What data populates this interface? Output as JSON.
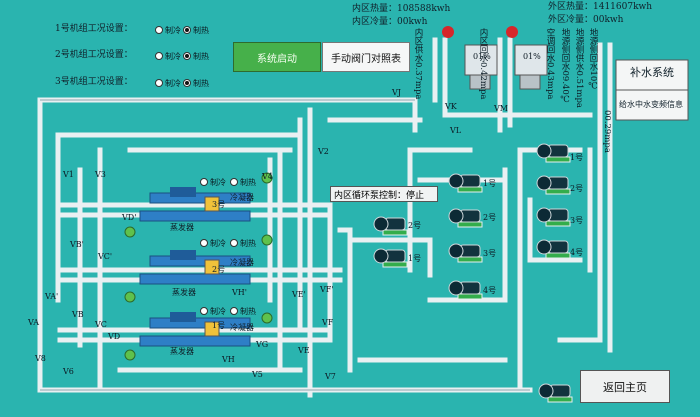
{
  "unit_settings": [
    {
      "label": "3号机组工况设置：",
      "opt_cool": "制冷",
      "opt_heat": "制热",
      "selected": "heat"
    },
    {
      "label": "2号机组工况设置：",
      "opt_cool": "制冷",
      "opt_heat": "制热",
      "selected": "heat"
    },
    {
      "label": "1号机组工况设置：",
      "opt_cool": "制冷",
      "opt_heat": "制热",
      "selected": "heat"
    }
  ],
  "buttons": {
    "start": "系统启动",
    "manual_valve": "手动阀门对照表",
    "return_home": "返回主页"
  },
  "energy": {
    "inner_heat": "内区热量：108588kwh",
    "inner_cool": "内区冷量：00kwh",
    "outer_heat": "外区热量：1411607kwh",
    "outer_cool": "外区冷量：00kwh"
  },
  "refill": {
    "title": "补水系统",
    "info": "给水中水变频信息"
  },
  "inner_pump": {
    "label": "内区循环泵控制：",
    "state": "停止"
  },
  "vertical_labels": [
    "内区供水0.37mpa",
    "内区回水0.42mpa",
    "空调回水0.43mpa",
    "地源侧回水09.40℃",
    "地源侧供水0.51mpa",
    "地源侧回水10℃",
    "00.29mpa"
  ],
  "percent": [
    "01%",
    "01%"
  ],
  "pump_numbers": [
    "1号",
    "2号",
    "3号",
    "4号",
    "1号",
    "2号",
    "3号",
    "4号",
    "1号",
    "2号"
  ],
  "valves": [
    "VJ",
    "VK",
    "VL",
    "VM",
    "V1",
    "V2",
    "V3",
    "V4",
    "VB'",
    "VC'",
    "VD'",
    "VA'",
    "VA",
    "VB",
    "VC",
    "VD",
    "VE",
    "VF",
    "VG",
    "VH",
    "VH'",
    "V5",
    "V6",
    "V7",
    "V8",
    "VE'",
    "VF'"
  ],
  "units": [
    {
      "num": "3号",
      "cond": "冷凝器",
      "evap": "蒸发器",
      "opt_cool": "制冷",
      "opt_heat": "制热"
    },
    {
      "num": "2号",
      "cond": "冷凝器",
      "evap": "蒸发器",
      "opt_cool": "制冷",
      "opt_heat": "制热"
    },
    {
      "num": "1号",
      "cond": "冷凝器",
      "evap": "蒸发器",
      "opt_cool": "制冷",
      "opt_heat": "制热"
    }
  ],
  "colors": {
    "bg": "#2ab4af",
    "pipe": "#e6eef0",
    "start_btn": "#46b04a",
    "pump": "#0f2f3a"
  }
}
